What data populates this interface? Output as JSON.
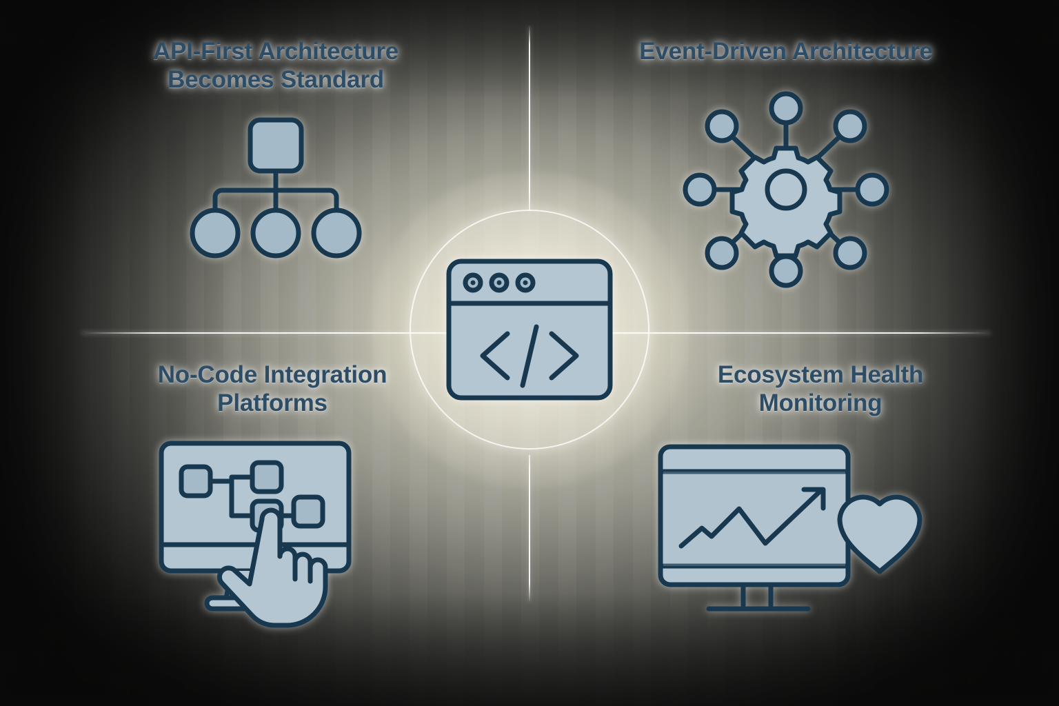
{
  "background": {
    "style": "dark-vignette-warm-radial",
    "accent_color": "#2d4c65",
    "icon_fill_color": "#a5bac8",
    "icon_stroke_color": "#18384f",
    "divider_color": "#ffffff"
  },
  "center": {
    "icon_name": "code-window-icon",
    "description": "browser window with code brackets"
  },
  "quadrants": [
    {
      "position": "top-left",
      "title": "API-First Architecture\nBecomes Standard",
      "icon_name": "hierarchy-tree-icon"
    },
    {
      "position": "top-right",
      "title": "Event-Driven Architecture",
      "icon_name": "gear-hub-network-icon"
    },
    {
      "position": "bottom-left",
      "title": "No-Code Integration\nPlatforms",
      "icon_name": "monitor-flowchart-hand-icon"
    },
    {
      "position": "bottom-right",
      "title": "Ecosystem Health\nMonitoring",
      "icon_name": "monitor-trendline-heart-icon"
    }
  ]
}
